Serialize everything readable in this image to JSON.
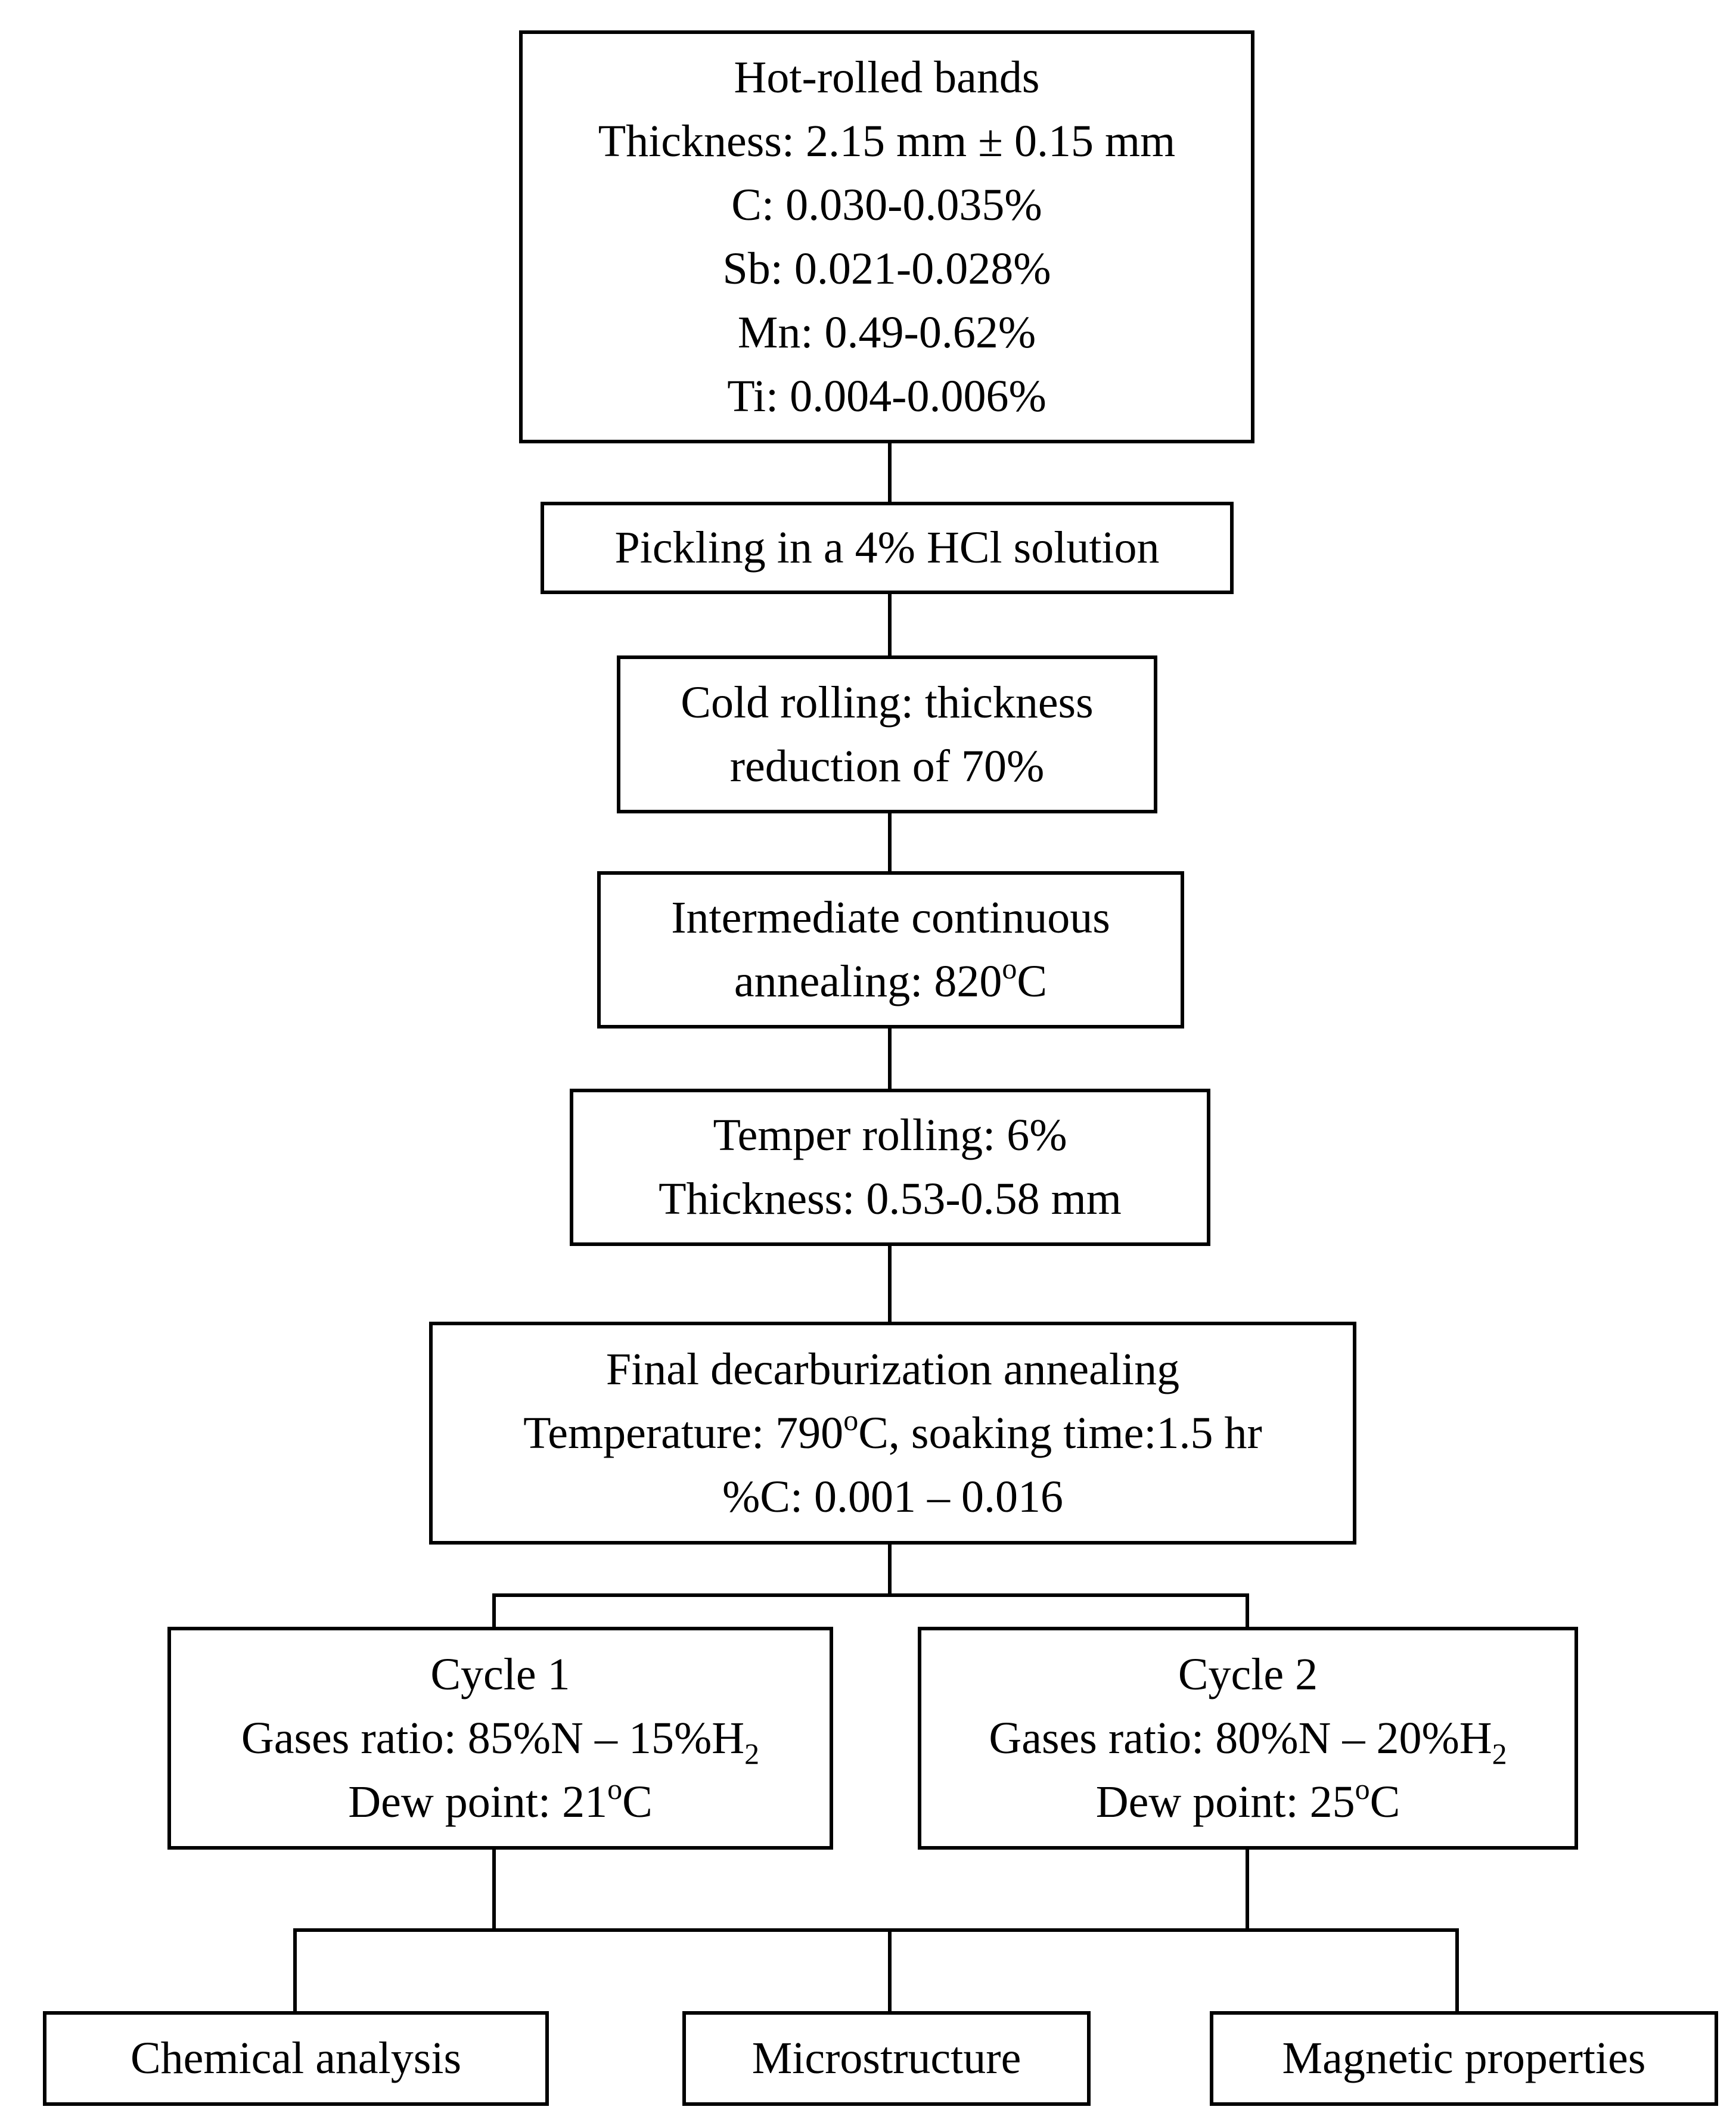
{
  "nodes": {
    "hot_rolled": {
      "lines": [
        "Hot-rolled bands",
        "Thickness: 2.15 mm ± 0.15 mm",
        "C: 0.030-0.035%",
        "Sb: 0.021-0.028%",
        "Mn: 0.49-0.62%",
        "Ti: 0.004-0.006%"
      ]
    },
    "pickling": {
      "lines": [
        "Pickling in a 4% HCl solution"
      ]
    },
    "cold_rolling": {
      "lines": [
        "Cold rolling: thickness",
        "reduction of 70%"
      ]
    },
    "intermediate_annealing": {
      "line1": "Intermediate continuous",
      "line2_pre": "annealing: 820",
      "line2_sup": "o",
      "line2_post": "C"
    },
    "temper_rolling": {
      "lines": [
        "Temper rolling: 6%",
        "Thickness: 0.53-0.58 mm"
      ]
    },
    "final_annealing": {
      "line1": "Final decarburization annealing",
      "line2_pre": "Temperature: 790",
      "line2_sup": "o",
      "line2_post": "C, soaking time:1.5 hr",
      "line3": "%C: 0.001 – 0.016"
    },
    "cycle1": {
      "title": "Cycle 1",
      "gases_pre": "Gases ratio: 85%N – 15%H",
      "gases_sub": "2",
      "dew_pre": "Dew point: 21",
      "dew_sup": "o",
      "dew_post": "C"
    },
    "cycle2": {
      "title": "Cycle 2",
      "gases_pre": "Gases ratio: 80%N – 20%H",
      "gases_sub": "2",
      "dew_pre": "Dew point: 25",
      "dew_sup": "o",
      "dew_post": "C"
    },
    "chemical_analysis": {
      "label": "Chemical analysis"
    },
    "microstructure": {
      "label": "Microstructure"
    },
    "magnetic_properties": {
      "label": "Magnetic properties"
    }
  },
  "colors": {
    "stroke": "#000000",
    "background": "#ffffff"
  }
}
